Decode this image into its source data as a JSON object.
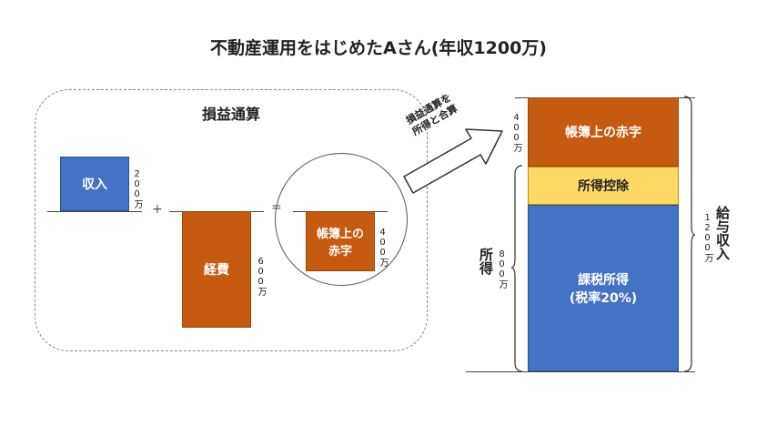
{
  "title": "不動産運用をはじめたAさん(年収1200万)",
  "left_panel": {
    "label": "損益通算",
    "income": {
      "label": "収入",
      "amount": "200万"
    },
    "expenses": {
      "label": "経費",
      "amount": "600万"
    },
    "deficit": {
      "label_line1": "帳簿上の",
      "label_line2": "赤字",
      "amount": "400万"
    },
    "plus": "+",
    "equals": "="
  },
  "arrow_text": {
    "line1": "損益通算を",
    "line2": "所得と合算"
  },
  "right_stack": {
    "top": {
      "label": "帳簿上の赤字",
      "amount": "400万"
    },
    "middle": {
      "label": "所得控除"
    },
    "bottom": {
      "label_line1": "課税所得",
      "label_line2": "(税率20%)"
    },
    "income_label": "所得",
    "income_amount": "800万",
    "salary_label": "給与収入",
    "salary_amount": "1200万"
  },
  "colors": {
    "blue": "#4472C4",
    "orange": "#C55A11",
    "yellow": "#FFD966"
  }
}
